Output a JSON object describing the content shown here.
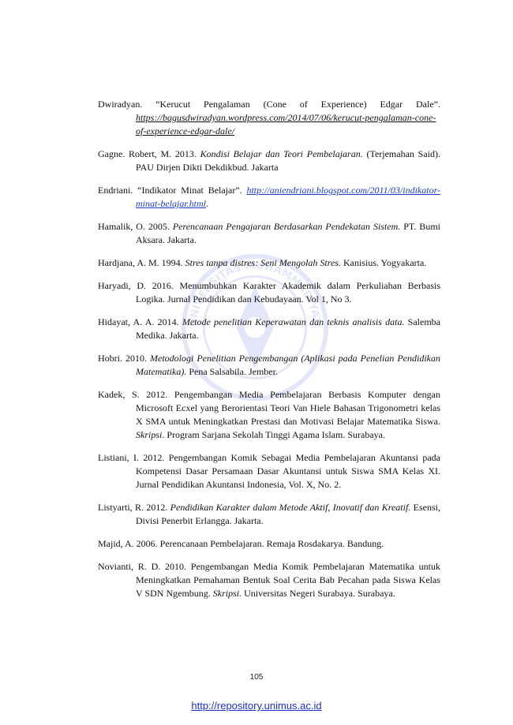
{
  "references": [
    {
      "pre": "Dwiradyan. “Kerucut Pengalaman (Cone of Experience) Edgar Dale”. ",
      "italic": "",
      "post": "",
      "link": "https://bagusdwiradyan.wordpress.com/2014/07/06/kerucut-pengalaman-cone-of-experience-edgar-dale/",
      "link_tail": ""
    },
    {
      "pre": "Gagne. Robert, M. 2013. ",
      "italic": "Kondisi Belajar dan Teori Pembelajaran.",
      "post": " (Terjemahan Said). PAU Dirjen Dikti Dekdikbud. Jakarta",
      "link": "",
      "link_tail": ""
    },
    {
      "pre": "Endriani. “Indikator Minat Belajar”. ",
      "italic": "",
      "post": "",
      "link": "http://aniendriani.blogspot.com/2011/03/indikator-minat-belajar.html",
      "link_tail": "."
    },
    {
      "pre": "Hamalik, O. 2005. ",
      "italic": "Perencanaan Pengajaran Berdasarkan Pendekatan Sistem.",
      "post": " PT. Bumi Aksara. Jakarta.",
      "link": "",
      "link_tail": ""
    },
    {
      "pre": "Hardjana, A. M. 1994. ",
      "italic": "Stres tanpa distres: Seni Mengolah Stres.",
      "post": " Kanisius. Yogyakarta.",
      "link": "",
      "link_tail": ""
    },
    {
      "pre": "Haryadi, D. 2016. Menumbuhkan Karakter Akademik dalam Perkuliahan Berbasis Logika. Jurnal Pendidikan dan Kebudayaan. Vol 1, No 3.",
      "italic": "",
      "post": "",
      "link": "",
      "link_tail": ""
    },
    {
      "pre": "Hidayat, A. A. 2014. ",
      "italic": "Metode penelitian Keperawatan dan teknis analisis data.",
      "post": " Salemba Medika. Jakarta.",
      "link": "",
      "link_tail": ""
    },
    {
      "pre": "Hobri. 2010. ",
      "italic": "Metodologi Penelitian Pengembangan (Aplikasi pada Penelian Pendidikan Matematika).",
      "post": " Pena Salsabila. Jember.",
      "link": "",
      "link_tail": ""
    },
    {
      "pre": "Kadek, S. 2012. Pengembangan Media Pembelajaran Berbasis Komputer dengan Microsoft Ecxel yang Berorientasi Teori Van Hiele Bahasan Trigonometri kelas X SMA untuk Meningkatkan Prestasi dan Motivasi Belajar Matematika Siswa. ",
      "italic": "Skripsi",
      "post": ". Program Sarjana Sekolah Tinggi Agama Islam. Surabaya.",
      "link": "",
      "link_tail": ""
    },
    {
      "pre": "Listiani, I. 2012. Pengembangan Komik Sebagai Media Pembelajaran Akuntansi pada Kompetensi Dasar Persamaan Dasar Akuntansi untuk Siswa SMA Kelas XI. Jurnal Pendidikan Akuntansi Indonesia, Vol. X, No. 2.",
      "italic": "",
      "post": "",
      "link": "",
      "link_tail": ""
    },
    {
      "pre": "Listyarti, R. 2012. ",
      "italic": "Pendidikan Karakter dalam Metode Aktif, Inovatif dan Kreatif.",
      "post": " Esensi, Divisi Penerbit Erlangga. Jakarta.",
      "link": "",
      "link_tail": ""
    },
    {
      "pre": "Majid, A. 2006. Perencanaan Pembelajaran. Remaja Rosdakarya. Bandung.",
      "italic": "",
      "post": "",
      "link": "",
      "link_tail": ""
    },
    {
      "pre": "Novianti, R. D. 2010. Pengembangan Media Komik Pembelajaran Matematika untuk Meningkatkan Pemahaman Bentuk Soal Cerita Bab Pecahan pada Siswa Kelas V SDN Ngembung. ",
      "italic": "Skripsi.",
      "post": " Universitas Negeri Surabaya. Surabaya.",
      "link": "",
      "link_tail": ""
    }
  ],
  "page_number": "105",
  "footer_url": "http://repository.unimus.ac.id",
  "watermark_text": "UNIVERSITAS MUHAMMADIYAH SEMARANG",
  "colors": {
    "link_blue": "#1a3ccc",
    "footer_blue": "#1a2fd6",
    "text": "#111111"
  }
}
